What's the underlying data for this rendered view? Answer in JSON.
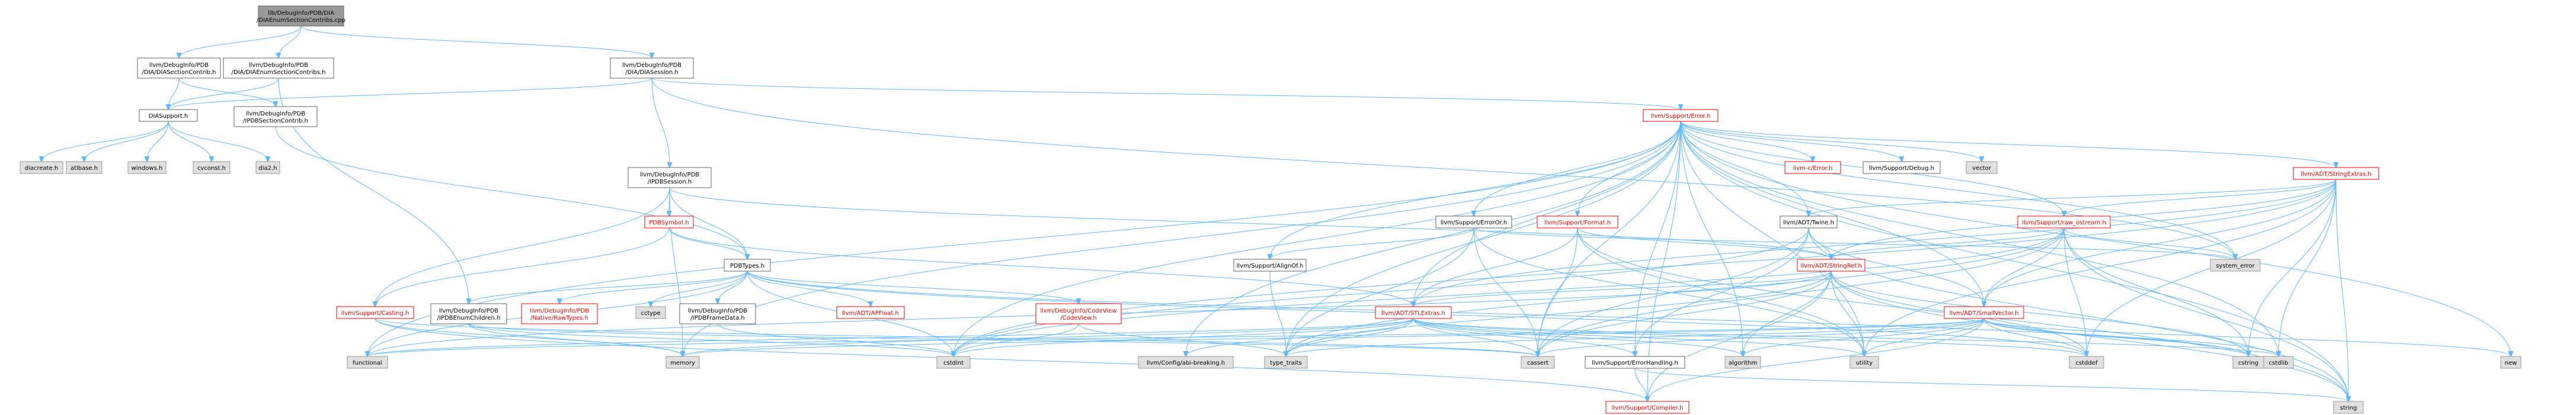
{
  "nodes": [
    {
      "id": "root",
      "lines": [
        "lib/DebugInfo/PDB/DIA",
        "/DIAEnumSectionContribs.cpp"
      ],
      "style": "root"
    },
    {
      "id": "diasectioncontrib",
      "lines": [
        "llvm/DebugInfo/PDB",
        "/DIA/DIASectionContrib.h"
      ],
      "style": "plain"
    },
    {
      "id": "diaenumsectioncontribs",
      "lines": [
        "llvm/DebugInfo/PDB",
        "/DIA/DIAEnumSectionContribs.h"
      ],
      "style": "plain"
    },
    {
      "id": "diasession",
      "lines": [
        "llvm/DebugInfo/PDB",
        "/DIA/DIASession.h"
      ],
      "style": "plain"
    },
    {
      "id": "diasupport",
      "lines": [
        "DIASupport.h"
      ],
      "style": "plain"
    },
    {
      "id": "ipdbsectioncontrib",
      "lines": [
        "llvm/DebugInfo/PDB",
        "/IPDBSectionContrib.h"
      ],
      "style": "plain"
    },
    {
      "id": "ipdbsession",
      "lines": [
        "llvm/DebugInfo/PDB",
        "/IPDBSession.h"
      ],
      "style": "plain"
    },
    {
      "id": "support_error",
      "lines": [
        "llvm/Support/Error.h"
      ],
      "style": "red"
    },
    {
      "id": "diacreate",
      "lines": [
        "diacreate.h"
      ],
      "style": "grey"
    },
    {
      "id": "atlbase",
      "lines": [
        "atlbase.h"
      ],
      "style": "grey"
    },
    {
      "id": "windows",
      "lines": [
        "windows.h"
      ],
      "style": "grey"
    },
    {
      "id": "cvconst",
      "lines": [
        "cvconst.h"
      ],
      "style": "grey"
    },
    {
      "id": "dia2",
      "lines": [
        "dia2.h"
      ],
      "style": "grey"
    },
    {
      "id": "pdbsymbol",
      "lines": [
        "PDBSymbol.h"
      ],
      "style": "red"
    },
    {
      "id": "pdbtypes",
      "lines": [
        "PDBTypes.h"
      ],
      "style": "plain"
    },
    {
      "id": "casting",
      "lines": [
        "llvm/Support/Casting.h"
      ],
      "style": "red"
    },
    {
      "id": "ipdbenumchildren",
      "lines": [
        "llvm/DebugInfo/PDB",
        "/IPDBEnumChildren.h"
      ],
      "style": "plain"
    },
    {
      "id": "nativerawtypes",
      "lines": [
        "llvm/DebugInfo/PDB",
        "/Native/RawTypes.h"
      ],
      "style": "red"
    },
    {
      "id": "cctype",
      "lines": [
        "cctype"
      ],
      "style": "grey"
    },
    {
      "id": "ipdbframedata",
      "lines": [
        "llvm/DebugInfo/PDB",
        "/IPDBFrameData.h"
      ],
      "style": "plain"
    },
    {
      "id": "apfloat",
      "lines": [
        "llvm/ADT/APFloat.h"
      ],
      "style": "red"
    },
    {
      "id": "codeview",
      "lines": [
        "llvm/DebugInfo/CodeView",
        "/CodeView.h"
      ],
      "style": "red"
    },
    {
      "id": "stlextras",
      "lines": [
        "llvm/ADT/STLExtras.h"
      ],
      "style": "red"
    },
    {
      "id": "functional",
      "lines": [
        "functional"
      ],
      "style": "grey"
    },
    {
      "id": "memory",
      "lines": [
        "memory"
      ],
      "style": "grey"
    },
    {
      "id": "cstdint",
      "lines": [
        "cstdint"
      ],
      "style": "grey"
    },
    {
      "id": "abibreaking",
      "lines": [
        "llvm/Config/abi-breaking.h"
      ],
      "style": "grey"
    },
    {
      "id": "type_traits",
      "lines": [
        "type_traits"
      ],
      "style": "grey"
    },
    {
      "id": "cassert",
      "lines": [
        "cassert"
      ],
      "style": "grey"
    },
    {
      "id": "errorhandling",
      "lines": [
        "llvm/Support/ErrorHandling.h"
      ],
      "style": "plain"
    },
    {
      "id": "algorithm",
      "lines": [
        "algorithm"
      ],
      "style": "grey"
    },
    {
      "id": "utility",
      "lines": [
        "utility"
      ],
      "style": "grey"
    },
    {
      "id": "cstddef",
      "lines": [
        "cstddef"
      ],
      "style": "grey"
    },
    {
      "id": "cstring",
      "lines": [
        "cstring"
      ],
      "style": "grey"
    },
    {
      "id": "cstdlib",
      "lines": [
        "cstdlib"
      ],
      "style": "grey"
    },
    {
      "id": "string",
      "lines": [
        "string"
      ],
      "style": "grey"
    },
    {
      "id": "compiler",
      "lines": [
        "llvm/Support/Compiler.h"
      ],
      "style": "red"
    },
    {
      "id": "erroror",
      "lines": [
        "llvm/Support/ErrorOr.h"
      ],
      "style": "plain"
    },
    {
      "id": "alignof",
      "lines": [
        "llvm/Support/AlignOf.h"
      ],
      "style": "plain"
    },
    {
      "id": "format",
      "lines": [
        "llvm/Support/Format.h"
      ],
      "style": "red"
    },
    {
      "id": "twine",
      "lines": [
        "llvm/ADT/Twine.h"
      ],
      "style": "plain"
    },
    {
      "id": "stringref",
      "lines": [
        "llvm/ADT/StringRef.h"
      ],
      "style": "red"
    },
    {
      "id": "smallvector",
      "lines": [
        "llvm/ADT/SmallVector.h"
      ],
      "style": "red"
    },
    {
      "id": "cerror",
      "lines": [
        "llvm-c/Error.h"
      ],
      "style": "red"
    },
    {
      "id": "debug",
      "lines": [
        "llvm/Support/Debug.h"
      ],
      "style": "plain"
    },
    {
      "id": "vector",
      "lines": [
        "vector"
      ],
      "style": "grey"
    },
    {
      "id": "raw_ostream",
      "lines": [
        "llvm/Support/raw_ostream.h"
      ],
      "style": "red"
    },
    {
      "id": "system_error",
      "lines": [
        "system_error"
      ],
      "style": "grey"
    },
    {
      "id": "stringextras",
      "lines": [
        "llvm/ADT/StringExtras.h"
      ],
      "style": "red"
    },
    {
      "id": "new",
      "lines": [
        "new"
      ],
      "style": "grey"
    }
  ],
  "edges": [
    [
      "root",
      "diasectioncontrib"
    ],
    [
      "root",
      "diaenumsectioncontribs"
    ],
    [
      "root",
      "diasession"
    ],
    [
      "diasectioncontrib",
      "diasupport"
    ],
    [
      "diasectioncontrib",
      "ipdbsectioncontrib"
    ],
    [
      "diaenumsectioncontribs",
      "diasupport"
    ],
    [
      "diaenumsectioncontribs",
      "ipdbenumchildren"
    ],
    [
      "diasession",
      "diasupport"
    ],
    [
      "diasession",
      "ipdbsession"
    ],
    [
      "diasession",
      "support_error"
    ],
    [
      "diasession",
      "system_error"
    ],
    [
      "diasupport",
      "diacreate"
    ],
    [
      "diasupport",
      "atlbase"
    ],
    [
      "diasupport",
      "windows"
    ],
    [
      "diasupport",
      "cvconst"
    ],
    [
      "diasupport",
      "dia2"
    ],
    [
      "ipdbsectioncontrib",
      "pdbtypes"
    ],
    [
      "ipdbsession",
      "pdbsymbol"
    ],
    [
      "ipdbsession",
      "pdbtypes"
    ],
    [
      "ipdbsession",
      "casting"
    ],
    [
      "ipdbsession",
      "stringref"
    ],
    [
      "ipdbsession",
      "memory"
    ],
    [
      "pdbsymbol",
      "pdbtypes"
    ],
    [
      "pdbsymbol",
      "casting"
    ],
    [
      "pdbsymbol",
      "stlextras"
    ],
    [
      "pdbtypes",
      "ipdbenumchildren"
    ],
    [
      "pdbtypes",
      "ipdbframedata"
    ],
    [
      "pdbtypes",
      "nativerawtypes"
    ],
    [
      "pdbtypes",
      "cctype"
    ],
    [
      "pdbtypes",
      "apfloat"
    ],
    [
      "pdbtypes",
      "codeview"
    ],
    [
      "pdbtypes",
      "functional"
    ],
    [
      "pdbtypes",
      "cstdint"
    ],
    [
      "pdbtypes",
      "cstddef"
    ],
    [
      "pdbtypes",
      "cstring"
    ],
    [
      "casting",
      "compiler"
    ],
    [
      "casting",
      "cassert"
    ],
    [
      "casting",
      "memory"
    ],
    [
      "ipdbenumchildren",
      "cassert"
    ],
    [
      "ipdbenumchildren",
      "cstdint"
    ],
    [
      "ipdbenumchildren",
      "memory"
    ],
    [
      "ipdbframedata",
      "cstdint"
    ],
    [
      "codeview",
      "cstdint"
    ],
    [
      "codeview",
      "type_traits"
    ],
    [
      "support_error",
      "cerror"
    ],
    [
      "support_error",
      "stlextras"
    ],
    [
      "support_error",
      "smallvector"
    ],
    [
      "support_error",
      "abibreaking"
    ],
    [
      "support_error",
      "alignof"
    ],
    [
      "support_error",
      "compiler"
    ],
    [
      "support_error",
      "debug"
    ],
    [
      "support_error",
      "erroror"
    ],
    [
      "support_error",
      "errorhandling"
    ],
    [
      "support_error",
      "format"
    ],
    [
      "support_error",
      "raw_ostream"
    ],
    [
      "support_error",
      "algorithm"
    ],
    [
      "support_error",
      "cassert"
    ],
    [
      "support_error",
      "cstdint"
    ],
    [
      "support_error",
      "cstdlib"
    ],
    [
      "support_error",
      "functional"
    ],
    [
      "support_error",
      "memory"
    ],
    [
      "support_error",
      "new"
    ],
    [
      "support_error",
      "optional"
    ],
    [
      "support_error",
      "string"
    ],
    [
      "support_error",
      "system_error"
    ],
    [
      "support_error",
      "type_traits"
    ],
    [
      "support_error",
      "utility"
    ],
    [
      "support_error",
      "vector"
    ],
    [
      "support_error",
      "twine"
    ],
    [
      "support_error",
      "stringextras"
    ],
    [
      "stlextras",
      "type_traits"
    ],
    [
      "stlextras",
      "cassert"
    ],
    [
      "stlextras",
      "cstddef"
    ],
    [
      "stlextras",
      "cstdint"
    ],
    [
      "stlextras",
      "cstdlib"
    ],
    [
      "stlextras",
      "functional"
    ],
    [
      "stlextras",
      "memory"
    ],
    [
      "stlextras",
      "utility"
    ],
    [
      "stlextras",
      "algorithm"
    ],
    [
      "stlextras",
      "abibreaking"
    ],
    [
      "stlextras",
      "errorhandling"
    ],
    [
      "errorhandling",
      "compiler"
    ],
    [
      "errorhandling",
      "string"
    ],
    [
      "erroror",
      "alignof"
    ],
    [
      "erroror",
      "cassert"
    ],
    [
      "erroror",
      "system_error"
    ],
    [
      "erroror",
      "type_traits"
    ],
    [
      "erroror",
      "utility"
    ],
    [
      "alignof",
      "type_traits"
    ],
    [
      "format",
      "stlextras"
    ],
    [
      "format",
      "stringref"
    ],
    [
      "format",
      "cassert"
    ],
    [
      "format",
      "cstdio"
    ],
    [
      "format",
      "string"
    ],
    [
      "format",
      "tuple"
    ],
    [
      "format",
      "utility"
    ],
    [
      "twine",
      "smallvector"
    ],
    [
      "twine",
      "stringref"
    ],
    [
      "twine",
      "errorhandling"
    ],
    [
      "twine",
      "cassert"
    ],
    [
      "twine",
      "cstdint"
    ],
    [
      "twine",
      "string"
    ],
    [
      "stringref",
      "stlextras"
    ],
    [
      "stringref",
      "compiler"
    ],
    [
      "stringref",
      "algorithm"
    ],
    [
      "stringref",
      "cassert"
    ],
    [
      "stringref",
      "cstddef"
    ],
    [
      "stringref",
      "cstring"
    ],
    [
      "stringref",
      "functional"
    ],
    [
      "stringref",
      "string"
    ],
    [
      "stringref",
      "type_traits"
    ],
    [
      "stringref",
      "utility"
    ],
    [
      "smallvector",
      "compiler"
    ],
    [
      "smallvector",
      "algorithm"
    ],
    [
      "smallvector",
      "cassert"
    ],
    [
      "smallvector",
      "cstddef"
    ],
    [
      "smallvector",
      "cstdlib"
    ],
    [
      "smallvector",
      "cstring"
    ],
    [
      "smallvector",
      "functional"
    ],
    [
      "smallvector",
      "memory"
    ],
    [
      "smallvector",
      "new"
    ],
    [
      "smallvector",
      "type_traits"
    ],
    [
      "smallvector",
      "utility"
    ],
    [
      "raw_ostream",
      "stringref"
    ],
    [
      "raw_ostream",
      "smallvector"
    ],
    [
      "raw_ostream",
      "cassert"
    ],
    [
      "raw_ostream",
      "cstddef"
    ],
    [
      "raw_ostream",
      "cstdint"
    ],
    [
      "raw_ostream",
      "cstring"
    ],
    [
      "raw_ostream",
      "string"
    ],
    [
      "raw_ostream",
      "system_error"
    ],
    [
      "raw_ostream",
      "type_traits"
    ],
    [
      "stringextras",
      "stringref"
    ],
    [
      "stringextras",
      "twine"
    ],
    [
      "stringextras",
      "smallvector"
    ],
    [
      "stringextras",
      "cstddef"
    ],
    [
      "stringextras",
      "cstdint"
    ],
    [
      "stringextras",
      "cstdlib"
    ],
    [
      "stringextras",
      "cstring"
    ],
    [
      "stringextras",
      "string"
    ],
    [
      "stringextras",
      "utility"
    ],
    [
      "stringextras",
      "stlextras"
    ],
    [
      "stringextras",
      "raw_ostream"
    ]
  ]
}
